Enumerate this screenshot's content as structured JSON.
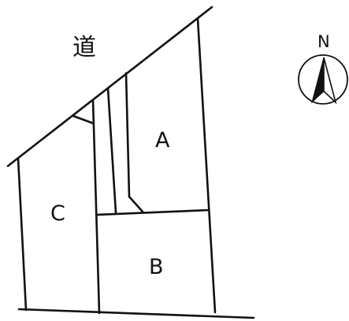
{
  "road": {
    "label": "道"
  },
  "lots": {
    "a": {
      "label": "A"
    },
    "b": {
      "label": "B"
    },
    "c": {
      "label": "C"
    }
  },
  "compass": {
    "label": "N",
    "icon": "north-arrow-icon"
  },
  "colors": {
    "line": "#111111",
    "background": "#ffffff"
  }
}
